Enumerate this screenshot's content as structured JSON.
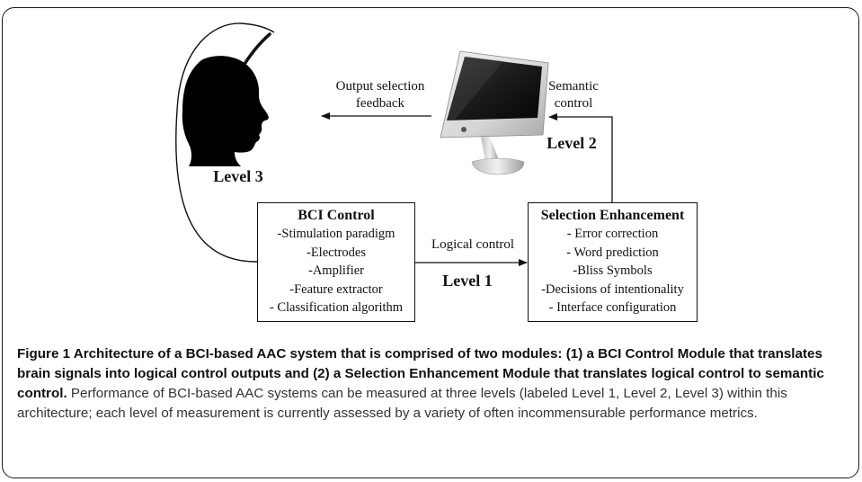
{
  "labels": {
    "output_feedback": [
      "Output selection",
      "feedback"
    ],
    "semantic_control": [
      "Semantic",
      "control"
    ],
    "level3": "Level 3",
    "level2": "Level 2",
    "level1": "Level 1",
    "logical_control": "Logical control"
  },
  "bci_box": {
    "title": "BCI Control",
    "items": [
      "-Stimulation paradigm",
      "-Electrodes",
      "-Amplifier",
      "-Feature extractor",
      "- Classification algorithm"
    ]
  },
  "selection_box": {
    "title": "Selection Enhancement",
    "items": [
      "- Error correction",
      "- Word prediction",
      "-Bliss Symbols",
      "-Decisions of intentionality",
      "- Interface configuration"
    ]
  },
  "caption": {
    "bold": "Figure 1 Architecture of a BCI-based AAC system that is comprised of two modules: (1) a BCI Control Module that translates brain signals into logical control outputs and (2) a Selection Enhancement Module that translates logical control to semantic control.",
    "normal": " Performance of BCI-based AAC systems can be measured at three levels (labeled Level 1, Level 2, Level 3) within this architecture; each level of measurement is currently assessed by a variety of often incommensurable performance metrics."
  }
}
